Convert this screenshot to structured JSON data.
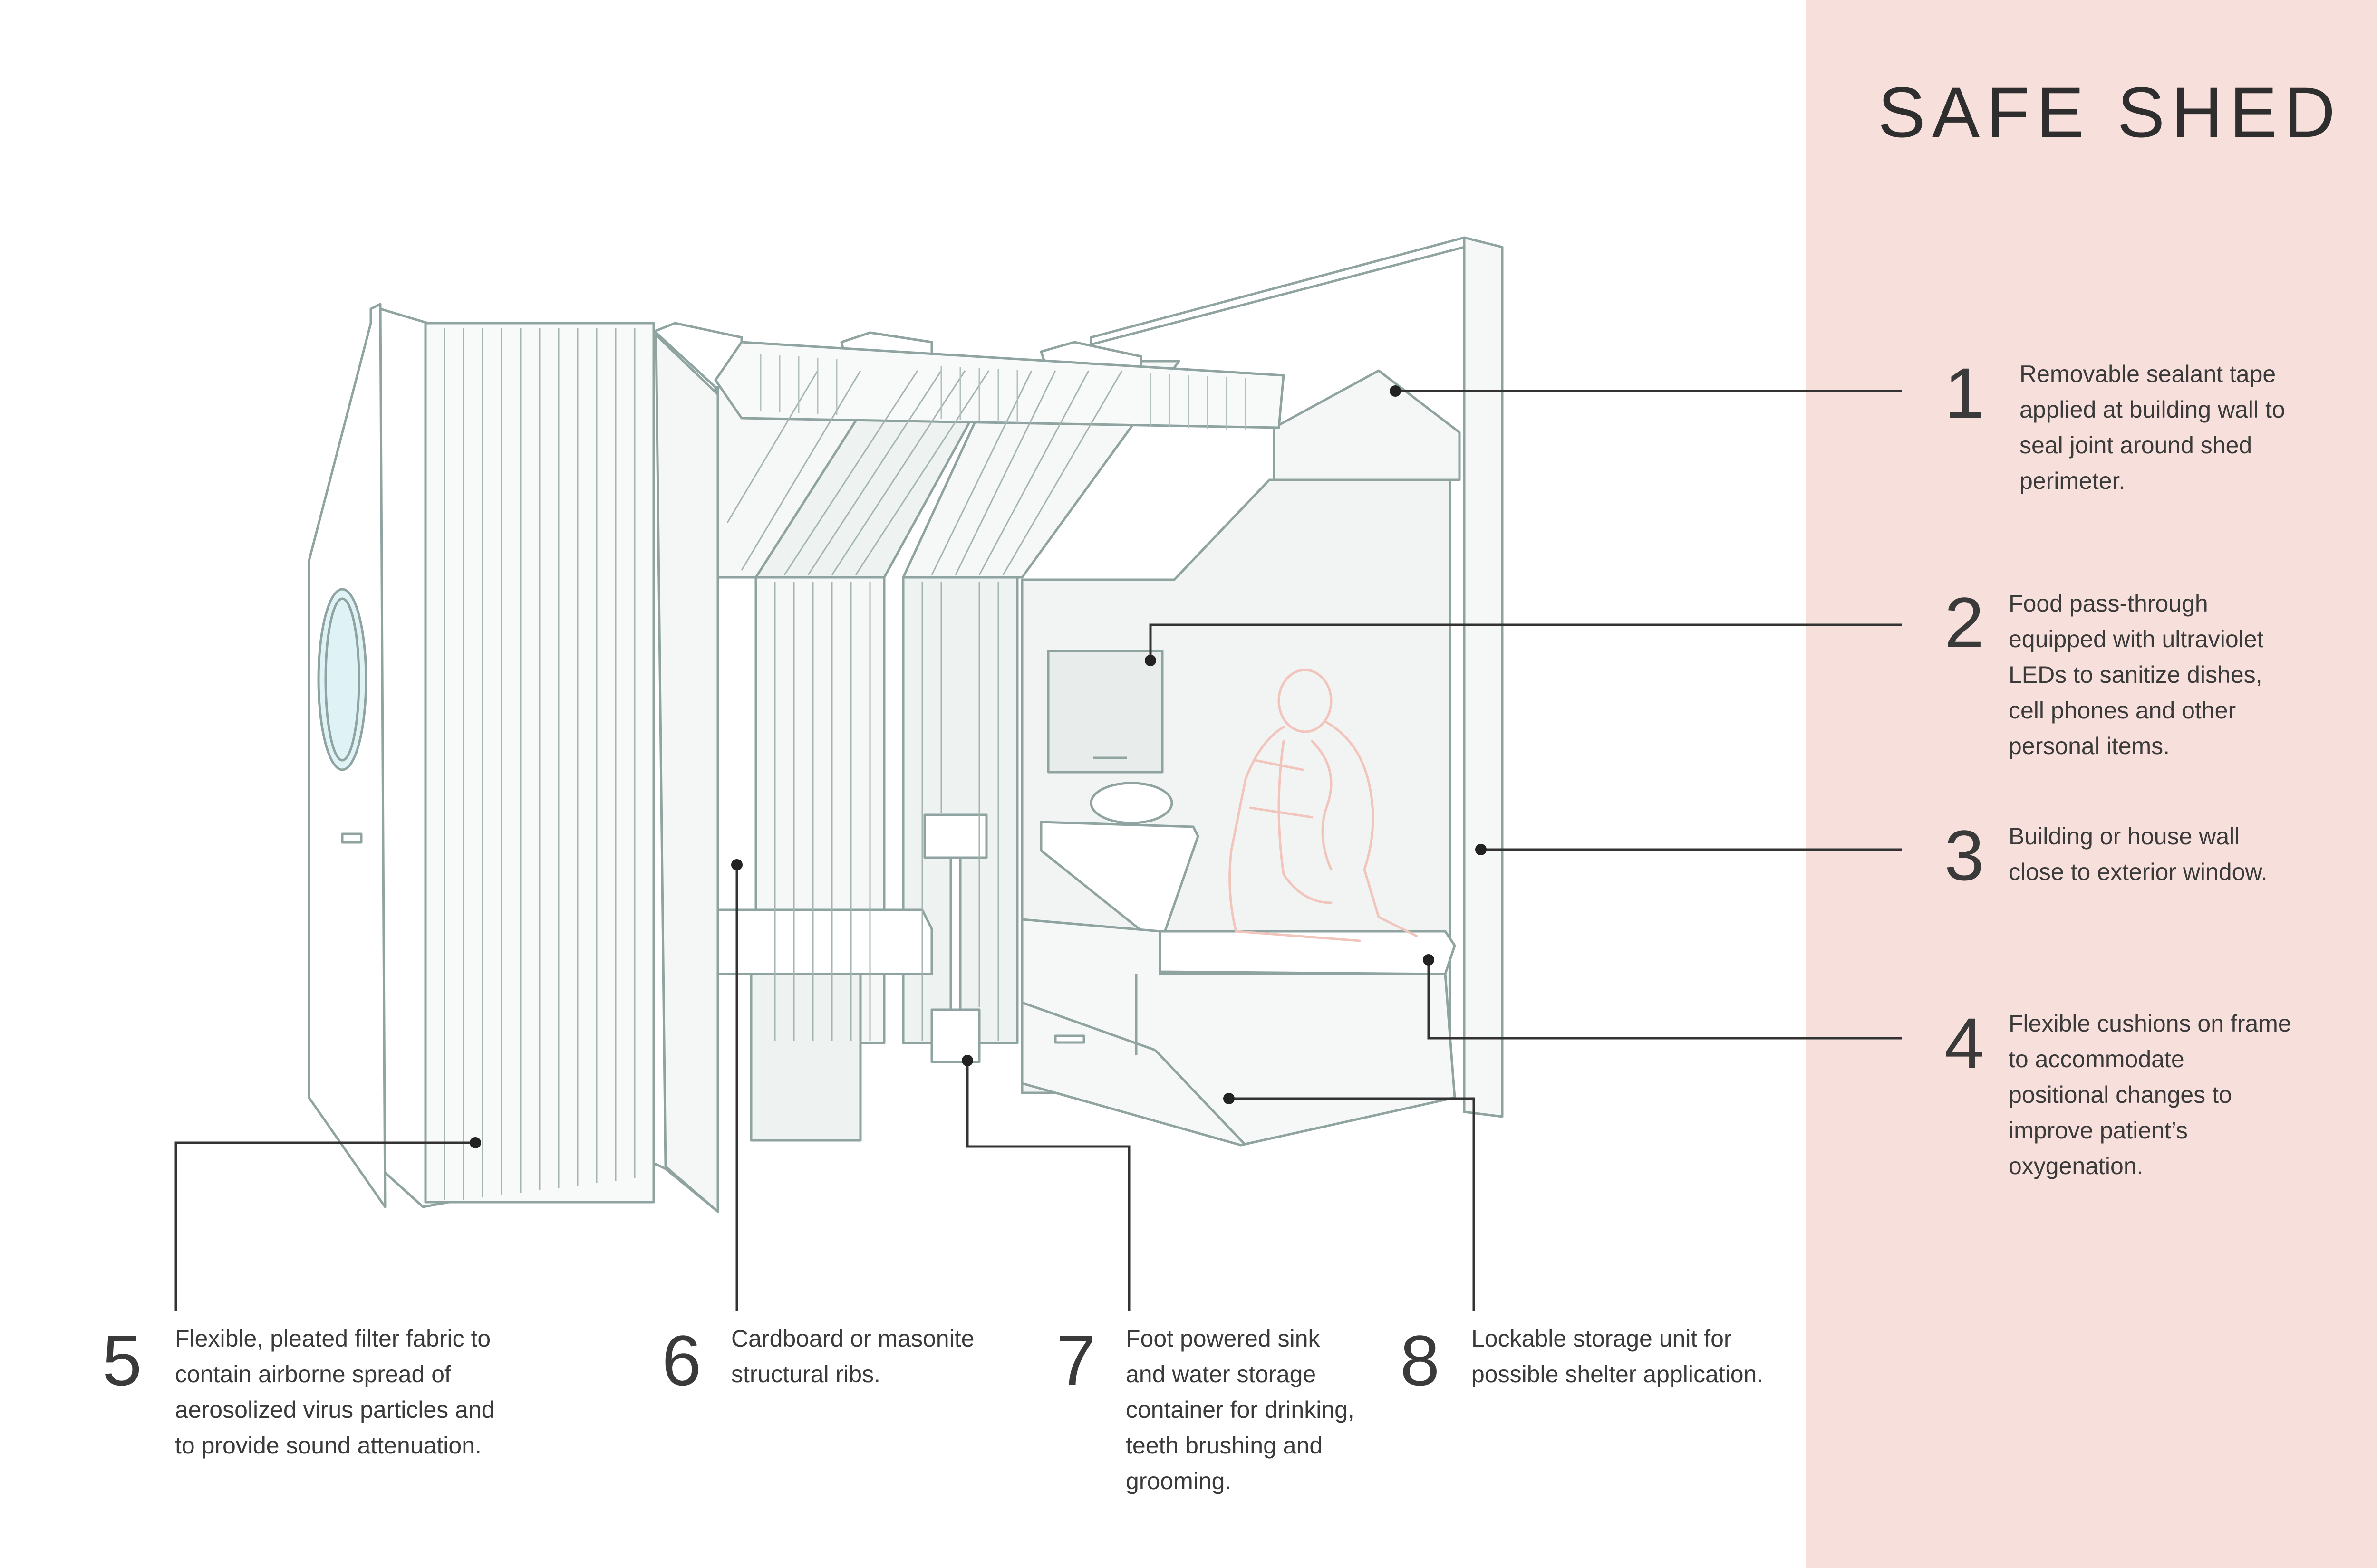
{
  "title": "SAFE SHED",
  "colors": {
    "panel": "#f7dfdb",
    "outline": "#8fa3a0",
    "fill": "#eef2f0",
    "leader": "#333333",
    "figure": "#f2c5bc",
    "window": "#dff3f7"
  },
  "callouts": [
    {
      "number": "1",
      "text": "Removable sealant tape\napplied at building wall to\nseal joint around shed\nperimeter."
    },
    {
      "number": "2",
      "text": "Food pass-through\nequipped with ultraviolet\nLEDs to sanitize dishes,\ncell phones and other\npersonal items."
    },
    {
      "number": "3",
      "text": "Building or house wall\nclose to exterior window."
    },
    {
      "number": "4",
      "text": "Flexible cushions on frame\nto accommodate\npositional changes to\nimprove patient’s\noxygenation."
    },
    {
      "number": "5",
      "text": "Flexible, pleated filter fabric to\ncontain airborne spread of\naerosolized virus particles and\nto provide sound attenuation."
    },
    {
      "number": "6",
      "text": "Cardboard or masonite\nstructural ribs."
    },
    {
      "number": "7",
      "text": "Foot powered sink\nand water storage\ncontainer for drinking,\nteeth brushing and\ngrooming."
    },
    {
      "number": "8",
      "text": "Lockable storage unit for\npossible shelter application."
    }
  ]
}
